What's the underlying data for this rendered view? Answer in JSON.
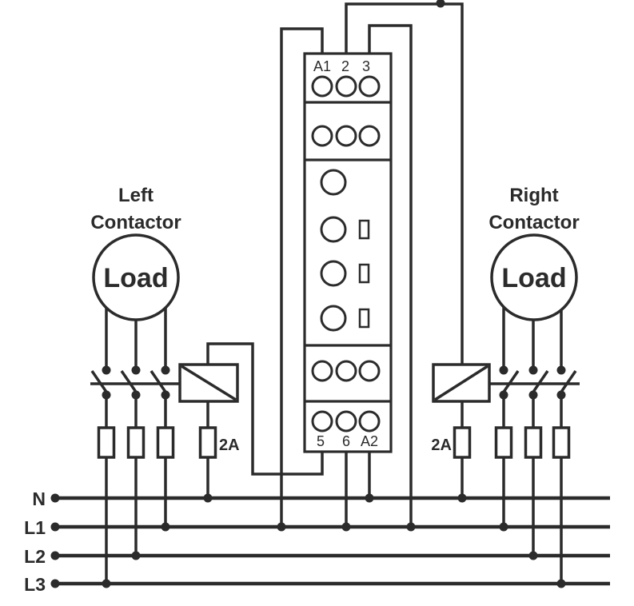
{
  "colors": {
    "ink": "#2b2b2b",
    "background": "#ffffff"
  },
  "device": {
    "top_terminals": [
      "A1",
      "2",
      "3"
    ],
    "bottom_terminals": [
      "5",
      "6",
      "A2"
    ]
  },
  "left_contactor": {
    "title_line1": "Left",
    "title_line2": "Contactor",
    "load_label": "Load",
    "fuse_rating": "2A"
  },
  "right_contactor": {
    "title_line1": "Right",
    "title_line2": "Contactor",
    "load_label": "Load",
    "fuse_rating": "2A"
  },
  "bus_lines": {
    "neutral": "N",
    "line1": "L1",
    "line2": "L2",
    "line3": "L3"
  }
}
